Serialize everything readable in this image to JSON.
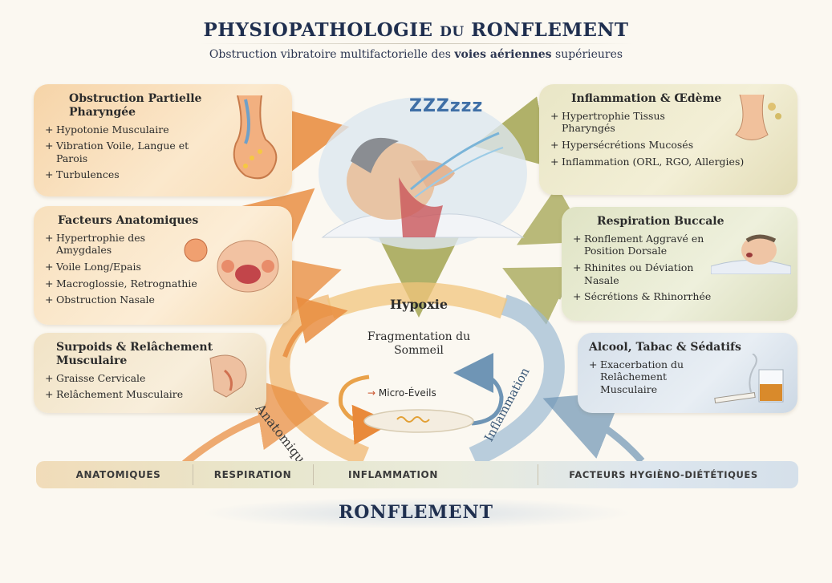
{
  "header": {
    "title_main": "PHYSIOPATHOLOGIE",
    "title_du": "DU",
    "title_end": "RONFLEMENT",
    "subtitle_pre": "Obstruction vibratoire multifactorielle des",
    "subtitle_bold": "voies aériennes",
    "subtitle_post": "supérieures"
  },
  "panels": {
    "obstruction": {
      "title": "Obstruction Partielle Pharyngée",
      "items": [
        "Hypotonie Musculaire",
        "Vibration Voile, Langue et Parois",
        "Turbulences"
      ]
    },
    "anatomiques": {
      "title": "Facteurs Anatomiques",
      "items": [
        "Hypertrophie des Amygdales",
        "Voile Long/Epais",
        "Macroglossie, Retrognathie",
        "Obstruction Nasale"
      ]
    },
    "surpoids": {
      "title": "Surpoids & Relâchement Musculaire",
      "items": [
        "Graisse Cervicale",
        "Relâchement Musculaire"
      ]
    },
    "inflammation": {
      "title": "Inflammation & Œdème",
      "items": [
        "Hypertrophie Tissus Pharyngés",
        "Hypersécrétions Mucosés",
        "Inflammation (ORL, RGO, Allergies)"
      ]
    },
    "respiration": {
      "title": "Respiration Buccale",
      "items": [
        "Ronflement Aggravé en Position Dorsale",
        "Rhinites ou Déviation Nasale",
        "Sécrétions & Rhinorrhée"
      ]
    },
    "alcool": {
      "title": "Alcool, Tabac & Sédatifs",
      "items": [
        "Exacerbation du Relâchement Musculaire"
      ]
    }
  },
  "cycle": {
    "top": "Hypoxie",
    "center_title": "Fragmentation du Sommeil",
    "center_sub": "Micro-Éveils",
    "left_arc": "Anatomiques",
    "right_arc": "Inflammation"
  },
  "scene": {
    "zzz": "ZZZzzz"
  },
  "bottom_band": [
    "ANATOMIQUES",
    "RESPIRATION",
    "INFLAMMATION",
    "FACTEURS HYGIÈNO-DIÉTÉTIQUES"
  ],
  "footer": {
    "label": "RONFLEMENT"
  },
  "colors": {
    "title": "#1f2f4f",
    "warm_arrow": "#e98a3a",
    "olive_arrow": "#a3a552",
    "blue_arrow": "#6f95b5"
  }
}
